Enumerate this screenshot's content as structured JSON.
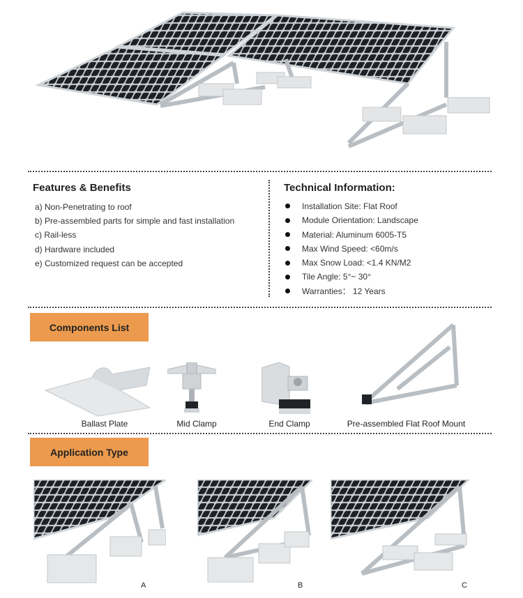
{
  "features": {
    "title": "Features & Benefits",
    "items": [
      "a)  Non-Penetrating to roof",
      "b)  Pre-assembled parts for simple and fast installation",
      "c)  Rail-less",
      "d)  Hardware included",
      "e)  Customized request can be accepted"
    ]
  },
  "technical": {
    "title": "Technical Information:",
    "items": [
      "Installation Site: Flat Roof",
      "Module Orientation: Landscape",
      "Material: Aluminum 6005-T5",
      "Max Wind Speed: <60m/s",
      "Max Snow Load:  <1.4 KN/M2",
      "Tile Angle:  5°~ 30°",
      "Warranties： 12 Years"
    ]
  },
  "components": {
    "title": "Components List",
    "items": [
      "Ballast Plate",
      "Mid Clamp",
      "End Clamp",
      "Pre-assembled Flat Roof Mount"
    ]
  },
  "application": {
    "title": "Application Type",
    "types": [
      "A",
      "B",
      "C"
    ]
  },
  "colors": {
    "accent": "#ec9a4d",
    "panel": "#1f2226",
    "frame": "#d4d8dc"
  },
  "icons": [
    "solar-array-illustration",
    "ballast-plate-icon",
    "mid-clamp-icon",
    "end-clamp-icon",
    "flat-roof-mount-icon"
  ]
}
